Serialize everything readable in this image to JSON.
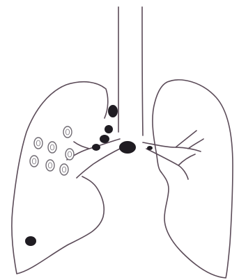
{
  "colors": {
    "background": "#ffffff",
    "line": "#5b4b58",
    "nodule_fill": "#ffffff",
    "nodule_stroke": "#6f6a72",
    "mass": "#1f1c22"
  },
  "illustration": {
    "kind": "hand-drawn lungs sketch",
    "icons": [
      "trachea-outline",
      "right-lung-outline",
      "left-lung-outline",
      "bronchi-outline",
      "nodule-icon",
      "mass-icon"
    ]
  }
}
